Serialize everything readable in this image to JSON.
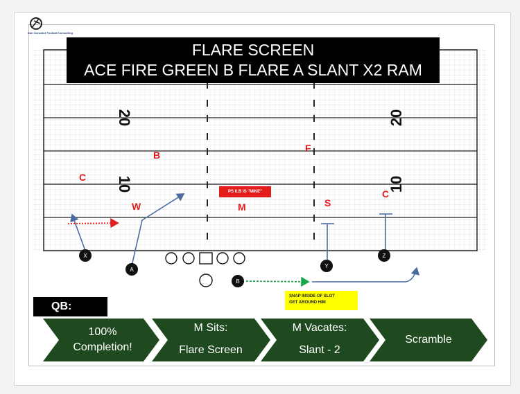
{
  "logo": {
    "text": "Dan Gonzalez Football Consulting"
  },
  "title": {
    "line1": "FLARE SCREEN",
    "line2": "ACE FIRE GREEN B FLARE A SLANT X2 RAM"
  },
  "yard_numbers": {
    "twenty": "20",
    "ten": "10"
  },
  "defense": {
    "B": "B",
    "F": "F",
    "C_left": "C",
    "C_right": "C",
    "W": "W",
    "M": "M",
    "S": "S"
  },
  "offense": {
    "X": "X",
    "A": "A",
    "Y": "Y",
    "Z": "Z",
    "B": "B"
  },
  "notes": {
    "mike": "PS ILB IS \"MIKE\"",
    "snap_line1": "SNAP INSIDE OF SLOT",
    "snap_line2": "GET AROUND HIM"
  },
  "qb": {
    "label": "QB:"
  },
  "progression": [
    {
      "line1": "100%",
      "line2": "Completion!"
    },
    {
      "line1": "M Sits:",
      "line2": "Flare Screen"
    },
    {
      "line1": "M Vacates:",
      "line2": "Slant - 2"
    },
    {
      "line1": "Scramble",
      "line2": ""
    }
  ],
  "colors": {
    "defense": "#e21d1d",
    "route": "#4a6aa0",
    "chevron": "#1f4a1f",
    "motion": "#1ea64a",
    "note": "#ffff00"
  }
}
